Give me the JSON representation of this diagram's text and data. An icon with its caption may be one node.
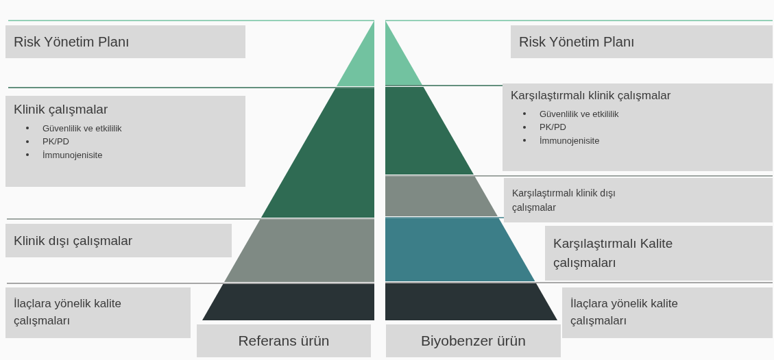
{
  "diagram": {
    "nodes": [
      {
        "text": [
          "Risk Yönetim Planı"
        ]
      },
      {
        "text": [
          "Klinik çalışmalar",
          "Güvenlilik ve etkililik",
          "PK/PD",
          "İmmunojenisite"
        ]
      },
      {
        "text": [
          "Klinik dışı çalışmalar"
        ]
      },
      {
        "text": [
          "İlaçlara yönelik kalite çalışmaları"
        ]
      },
      {
        "text": [
          "Referans ürün"
        ]
      },
      {
        "text": [
          "Risk Yönetim Planı"
        ]
      },
      {
        "text": [
          "Karşılaştırmalı klinik çalışmalar",
          "Güvenlilik ve etkililik",
          "PK/PD",
          "İmmunojenisite"
        ]
      },
      {
        "text": [
          "Karşılaştırmalı klinik dışı çalışmalar"
        ]
      },
      {
        "text": [
          "Karşılaştırmalı Kalite çalışmaları"
        ]
      },
      {
        "text": [
          "İlaçlara yönelik kalite çalışmaları"
        ]
      },
      {
        "text": [
          "Biyobenzer ürün"
        ]
      }
    ]
  }
}
